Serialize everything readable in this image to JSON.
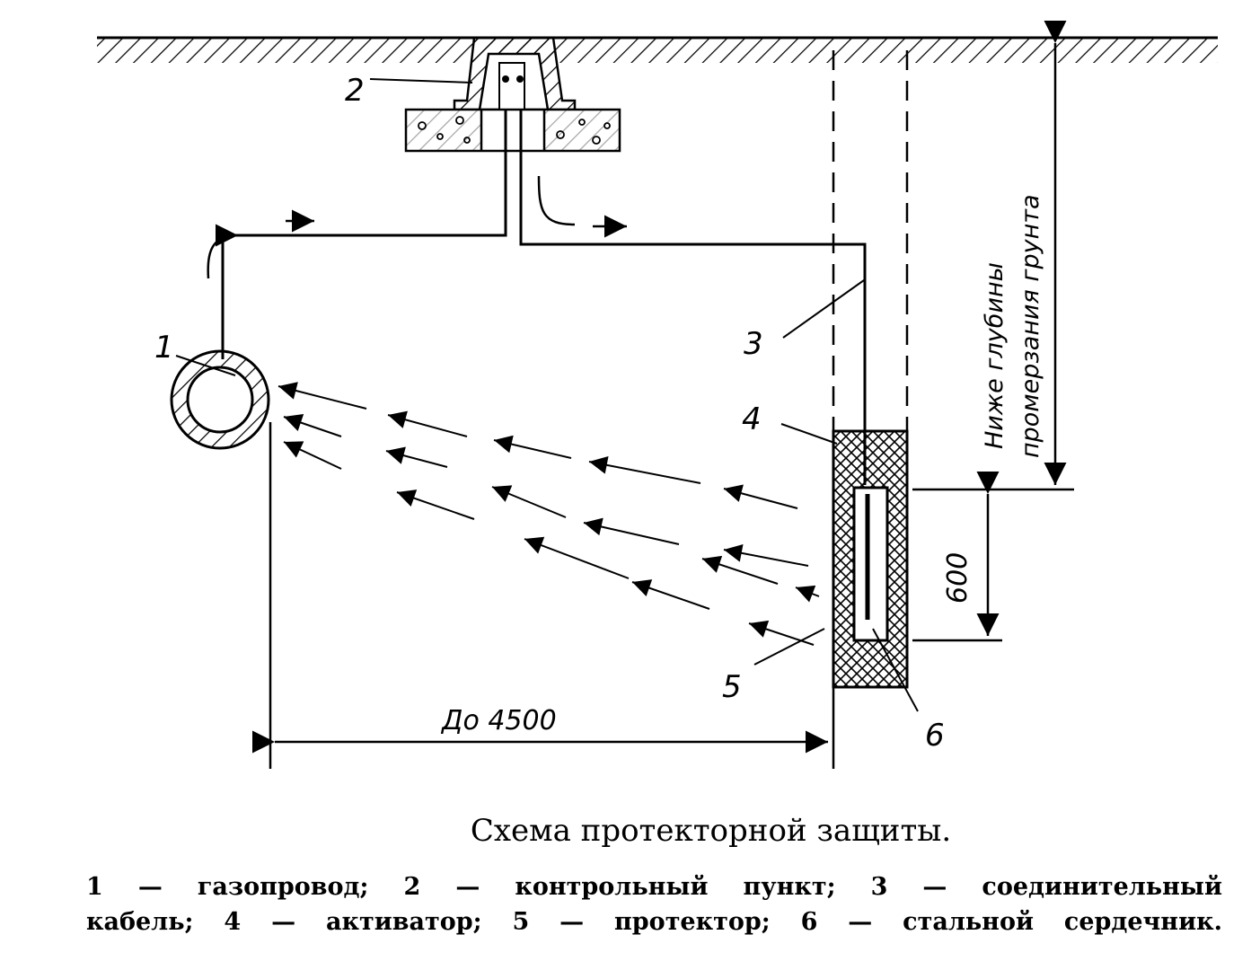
{
  "labels": {
    "n1": "1",
    "n2": "2",
    "n3": "3",
    "n4": "4",
    "n5": "5",
    "n6": "6"
  },
  "dimensions": {
    "distance": "До   4500",
    "depth_600": "600"
  },
  "vertical_note": {
    "line1": "Ниже  глубины",
    "line2": "промерзания грунта"
  },
  "caption": "Схема  протекторной  защиты.",
  "legend": {
    "line1": "1 — газопровод;   2 — контрольный   пункт;   3 — соединительный",
    "line2": "кабель;  4 — активатор;  5 — протектор;   6 — стальной  сердечник."
  }
}
